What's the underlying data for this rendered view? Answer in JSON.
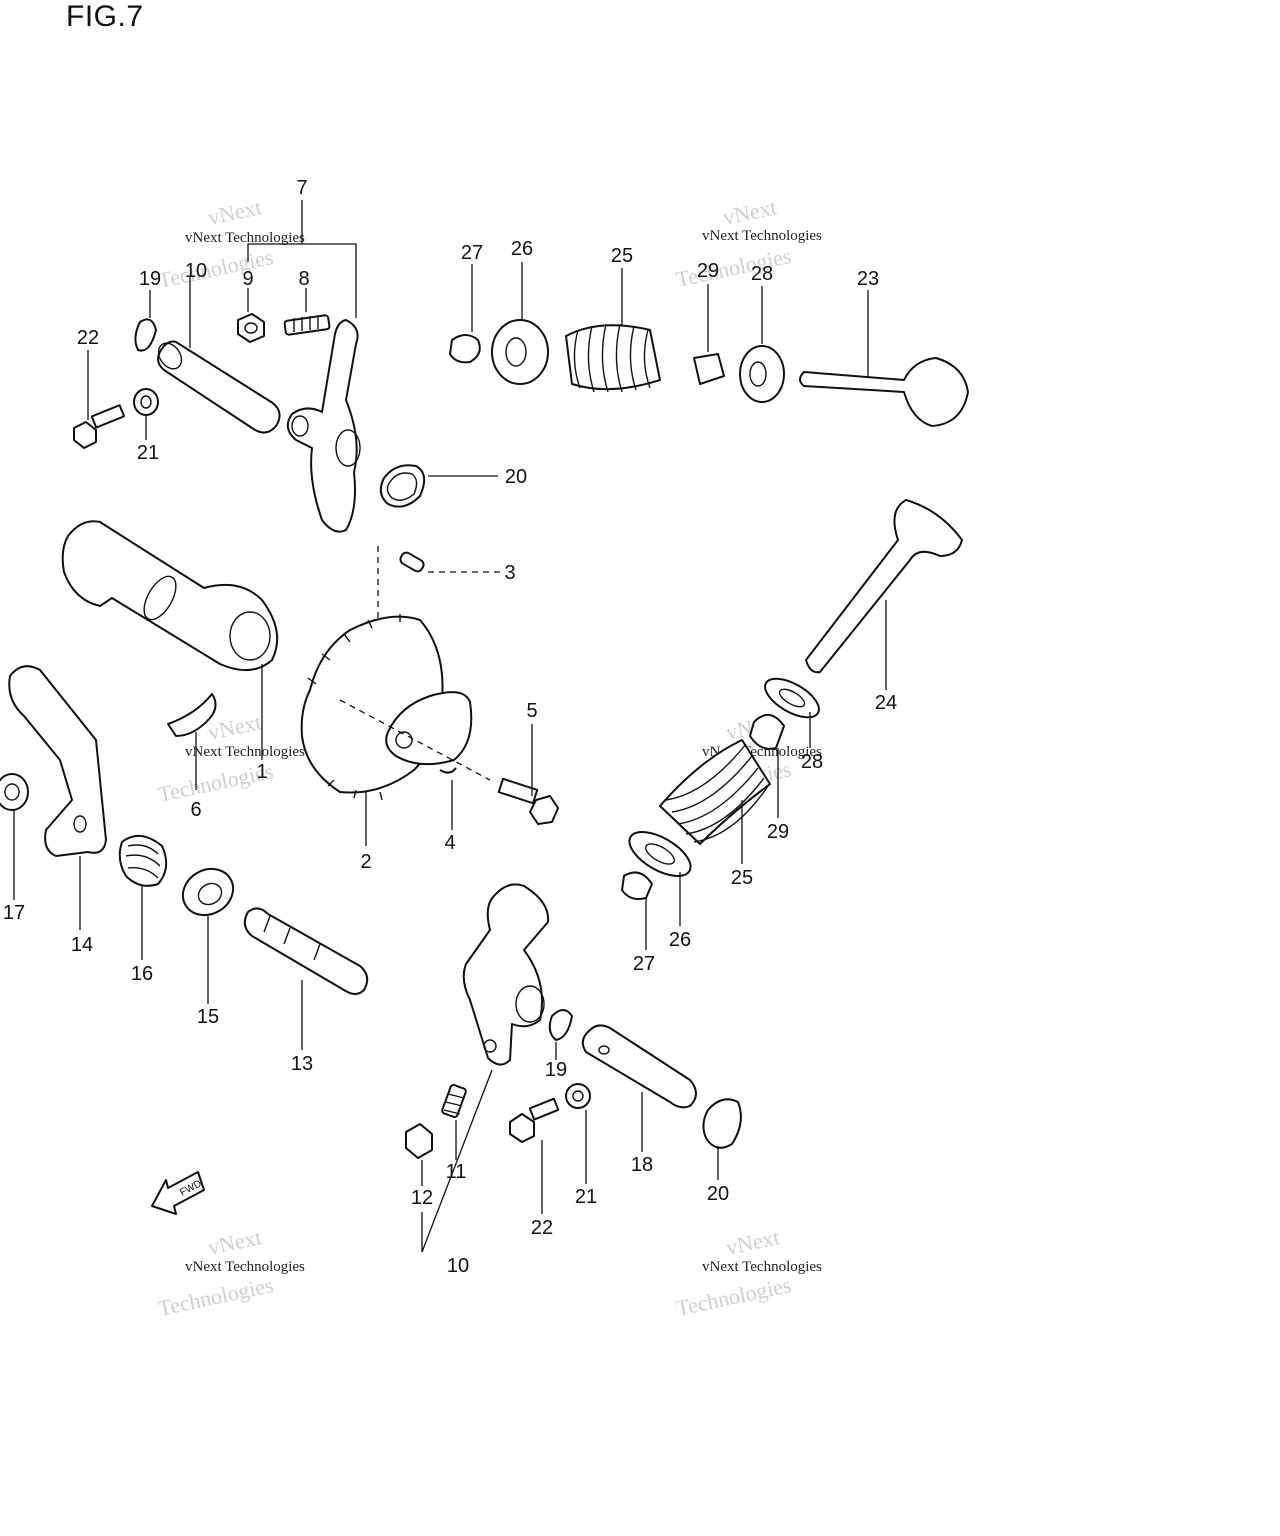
{
  "figure": {
    "title": "FIG.7"
  },
  "callouts": [
    {
      "id": "c7",
      "text": "7"
    },
    {
      "id": "c19a",
      "text": "19"
    },
    {
      "id": "c10a",
      "text": "10"
    },
    {
      "id": "c9",
      "text": "9"
    },
    {
      "id": "c8",
      "text": "8"
    },
    {
      "id": "c22a",
      "text": "22"
    },
    {
      "id": "c21a",
      "text": "21"
    },
    {
      "id": "c20a",
      "text": "20"
    },
    {
      "id": "c27a",
      "text": "27"
    },
    {
      "id": "c26a",
      "text": "26"
    },
    {
      "id": "c25a",
      "text": "25"
    },
    {
      "id": "c29a",
      "text": "29"
    },
    {
      "id": "c28a",
      "text": "28"
    },
    {
      "id": "c23",
      "text": "23"
    },
    {
      "id": "c3",
      "text": "3"
    },
    {
      "id": "c5",
      "text": "5"
    },
    {
      "id": "c24",
      "text": "24"
    },
    {
      "id": "c28b",
      "text": "28"
    },
    {
      "id": "c29b",
      "text": "29"
    },
    {
      "id": "c25b",
      "text": "25"
    },
    {
      "id": "c26b",
      "text": "26"
    },
    {
      "id": "c27b",
      "text": "27"
    },
    {
      "id": "c1",
      "text": "1"
    },
    {
      "id": "c6",
      "text": "6"
    },
    {
      "id": "c2",
      "text": "2"
    },
    {
      "id": "c4",
      "text": "4"
    },
    {
      "id": "c17",
      "text": "17"
    },
    {
      "id": "c14",
      "text": "14"
    },
    {
      "id": "c16",
      "text": "16"
    },
    {
      "id": "c15",
      "text": "15"
    },
    {
      "id": "c13",
      "text": "13"
    },
    {
      "id": "c19b",
      "text": "19"
    },
    {
      "id": "c18",
      "text": "18"
    },
    {
      "id": "c20b",
      "text": "20"
    },
    {
      "id": "c21b",
      "text": "21"
    },
    {
      "id": "c22b",
      "text": "22"
    },
    {
      "id": "c11",
      "text": "11"
    },
    {
      "id": "c12",
      "text": "12"
    },
    {
      "id": "c10b",
      "text": "10"
    }
  ],
  "watermark": {
    "brand": "vNext",
    "line1": "vNext Technologies",
    "line2": "Technologies"
  },
  "fwd_label": "FWD"
}
